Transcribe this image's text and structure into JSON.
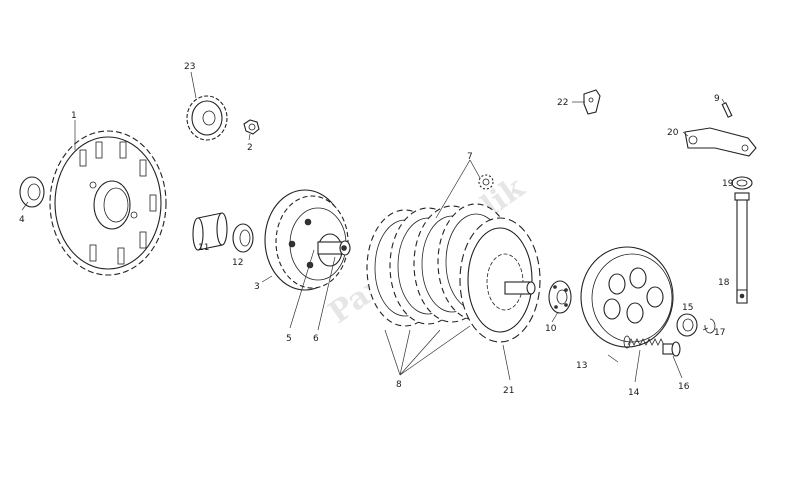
{
  "diagram": {
    "watermark": "Partsrepublik",
    "callouts": {
      "p1": "1",
      "p2": "2",
      "p3": "3",
      "p4": "4",
      "p5": "5",
      "p6": "6",
      "p7": "7",
      "p8": "8",
      "p9": "9",
      "p10": "10",
      "p11": "11",
      "p12": "12",
      "p13": "13",
      "p14": "14",
      "p15": "15",
      "p16": "16",
      "p17": "17",
      "p18": "18",
      "p19": "19",
      "p20": "20",
      "p21": "21",
      "p22": "22",
      "p23": "23"
    }
  }
}
